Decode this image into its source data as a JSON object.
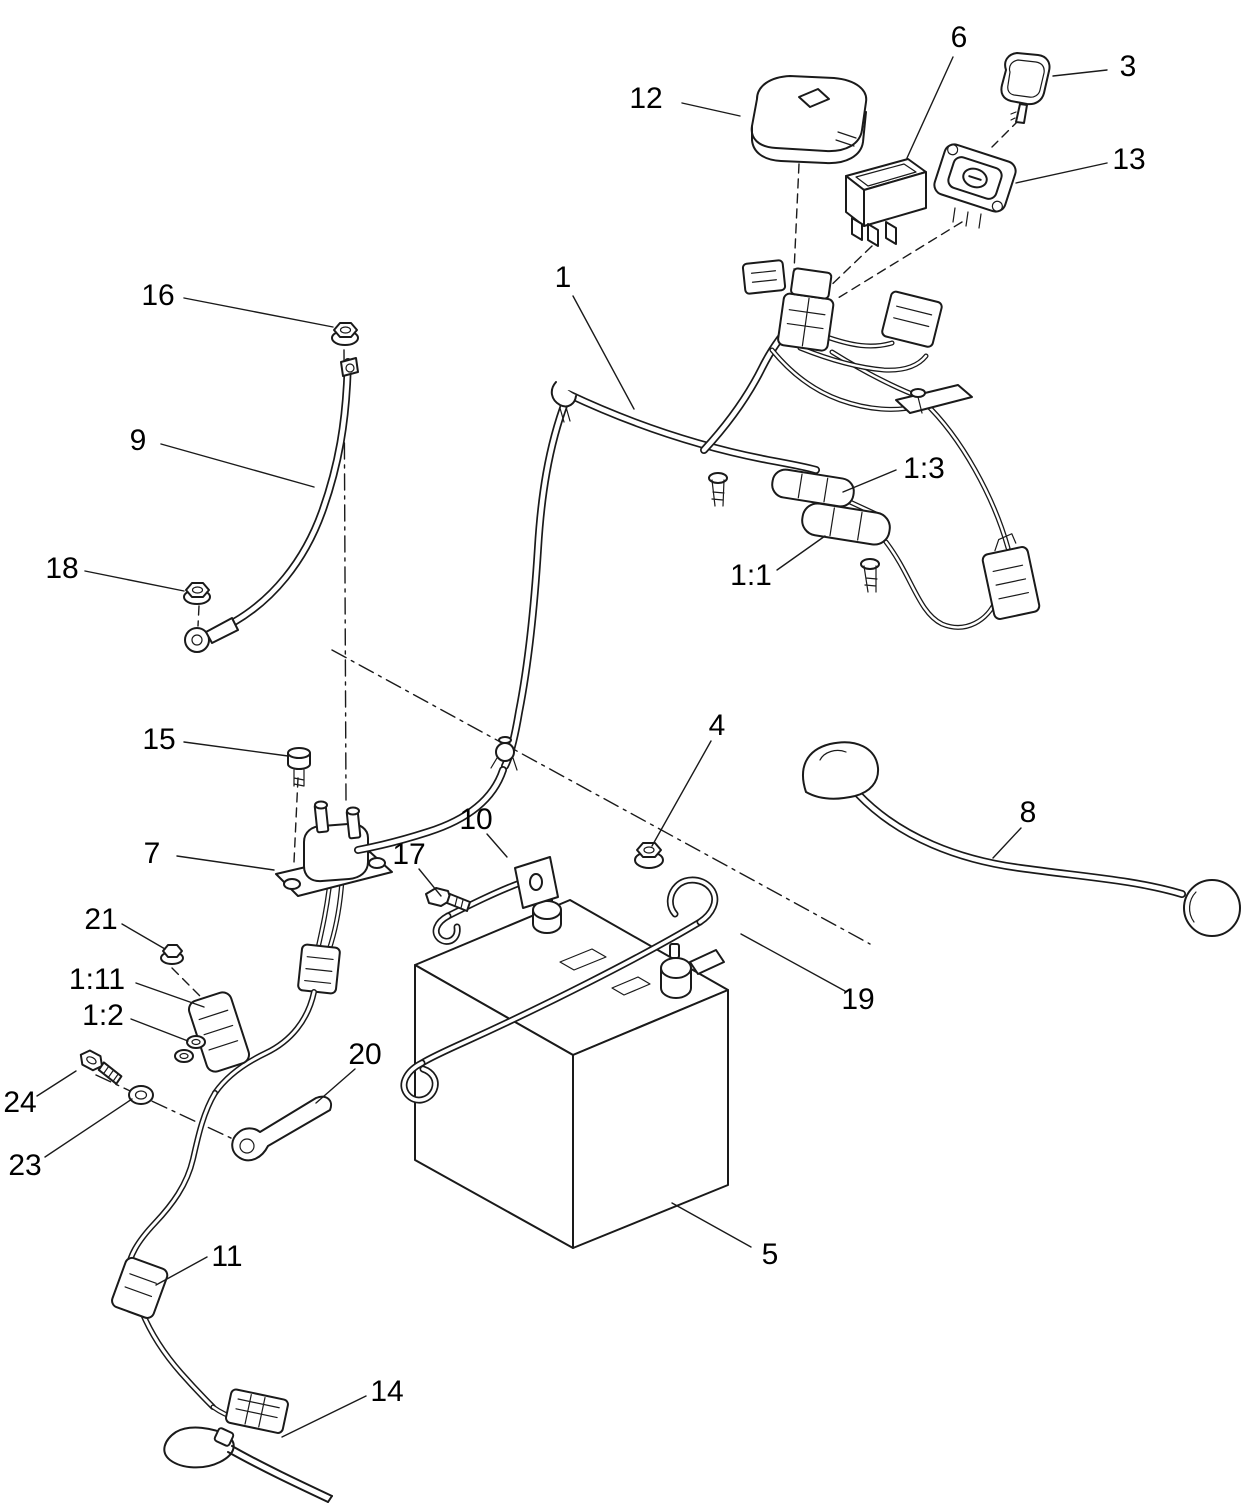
{
  "page": {
    "background": "#ffffff",
    "line_color": "#1a1a1a",
    "description": "Exploded parts diagram of an electrical system with numbered callouts"
  },
  "callouts": [
    {
      "label": "12",
      "part": "control-module"
    },
    {
      "label": "6",
      "part": "rocker-switch"
    },
    {
      "label": "3",
      "part": "ignition-key"
    },
    {
      "label": "13",
      "part": "ignition-switch"
    },
    {
      "label": "16",
      "part": "flange-nut-upper"
    },
    {
      "label": "1",
      "part": "main-wire-harness"
    },
    {
      "label": "9",
      "part": "positive-battery-cable"
    },
    {
      "label": "1:3",
      "part": "inline-fuse"
    },
    {
      "label": "1:1",
      "part": "fuse-holder"
    },
    {
      "label": "18",
      "part": "flange-nut-cable"
    },
    {
      "label": "15",
      "part": "mounting-bolt"
    },
    {
      "label": "4",
      "part": "terminal-nut"
    },
    {
      "label": "10",
      "part": "hold-down-rod-short"
    },
    {
      "label": "8",
      "part": "negative-battery-cable"
    },
    {
      "label": "17",
      "part": "hook-bolt"
    },
    {
      "label": "7",
      "part": "starter-solenoid"
    },
    {
      "label": "21",
      "part": "small-nut"
    },
    {
      "label": "1:11",
      "part": "inline-fuse-holder"
    },
    {
      "label": "1:2",
      "part": "ring-terminals"
    },
    {
      "label": "19",
      "part": "hold-down-rod-long"
    },
    {
      "label": "24",
      "part": "hex-bolt"
    },
    {
      "label": "20",
      "part": "ground-bracket"
    },
    {
      "label": "23",
      "part": "washer"
    },
    {
      "label": "11",
      "part": "inline-connector"
    },
    {
      "label": "5",
      "part": "battery"
    },
    {
      "label": "14",
      "part": "cable-tie"
    }
  ]
}
